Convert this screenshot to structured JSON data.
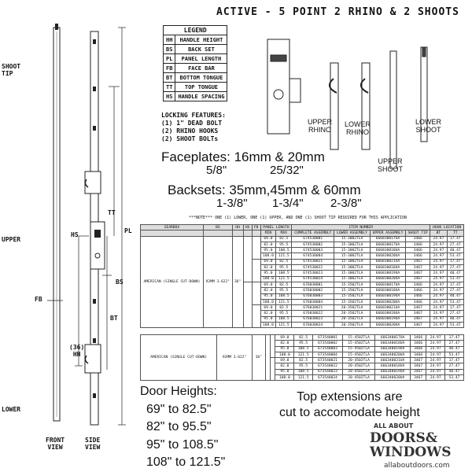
{
  "title": "ACTIVE - 5 POINT 2  RHINO & 2 SHOOTS",
  "legend": {
    "header": "LEGEND",
    "rows": [
      {
        "code": "HH",
        "meaning": "HANDLE HEIGHT"
      },
      {
        "code": "BS",
        "meaning": "BACK SET"
      },
      {
        "code": "PL",
        "meaning": "PANEL LENGTH"
      },
      {
        "code": "FB",
        "meaning": "FACE BAR"
      },
      {
        "code": "BT",
        "meaning": "BOTTOM TONGUE"
      },
      {
        "code": "TT",
        "meaning": "TOP TONGUE"
      },
      {
        "code": "HS",
        "meaning": "HANDLE SPACING"
      }
    ]
  },
  "locking_features": "LOCKING FEATURES:\n(1) 1\" DEAD BOLT\n(2) RHINO HOOKS\n(2) SHOOT BOLTs",
  "component_labels": {
    "upper_rhino": "UPPER\nRHINO",
    "lower_rhino": "LOWER\nRHINO",
    "lower_shoot": "LOWER\nSHOOT",
    "upper_shoot": "UPPER\nSHOOT"
  },
  "faceplates": {
    "line1": "Faceplates: 16mm & 20mm",
    "line2a": "5/8\"",
    "line2b": "25/32\""
  },
  "backsets": {
    "line1": "Backsets: 35mm,45mm & 60mm",
    "a": "1-3/8\"",
    "b": "1-3/4\"",
    "c": "2-3/8\""
  },
  "note": "***NOTE*** ONE (1) LOWER, ONE (1) UPPER, AND ONE (1) SHOOT TIP REQUIRED FOR THIS APPLICATION",
  "diagram_labels": {
    "shoot_tip": "SHOOT\nTIP",
    "upper": "UPPER",
    "lower": "LOWER",
    "front_view": "FRONT\nVIEW",
    "side_view": "SIDE\nVIEW",
    "tt": "TT",
    "pl": "PL",
    "hs": "HS",
    "bs": "BS",
    "fb": "FB",
    "bt": "BT",
    "hh": "(36)\nHH"
  },
  "table1": {
    "headers": [
      "GEARBOX",
      "BS",
      "HH",
      "HS",
      "FB",
      "PANEL LENGTH",
      "",
      "ITEM NUMBER",
      "",
      "",
      "",
      "HOOK LOCATION",
      ""
    ],
    "subheaders": [
      "",
      "",
      "",
      "",
      "",
      "MIN",
      "MAX",
      "COMPLETE ASSEMBLY",
      "LOWER ASSEMBLY",
      "UPPER ASSEMBLY",
      "SHOOT TIP",
      "BT",
      "TT"
    ],
    "group_label": "AMERICAN (SINGLE CUT-DOWN)",
    "bs": "92MM 3.622\"",
    "hh": "36\"",
    "rows": [
      [
        "69.0",
        "82.5",
        "674530001",
        "15-3002TLA",
        "666830017UA",
        "3466",
        "24.97",
        "17.47"
      ],
      [
        "82.0",
        "95.5",
        "674530002",
        "15-3002TLA",
        "666830017UA",
        "3466",
        "24.97",
        "27.47"
      ],
      [
        "95.0",
        "108.5",
        "674530003",
        "15-3002TLA",
        "666830018UA",
        "3466",
        "24.97",
        "40.47"
      ],
      [
        "108.0",
        "121.5",
        "674530004",
        "15-3002TLA",
        "666830020UA",
        "3466",
        "24.97",
        "53.47"
      ],
      [
        "69.0",
        "82.5",
        "674530021",
        "15-3002TLA",
        "666830021UA",
        "3467",
        "24.97",
        "17.47"
      ],
      [
        "82.0",
        "95.5",
        "674530022",
        "15-3002TLA",
        "666830018UA",
        "3467",
        "24.97",
        "27.47"
      ],
      [
        "95.0",
        "108.5",
        "674530023",
        "15-3002TLA",
        "666830019UA",
        "3467",
        "24.97",
        "40.47"
      ],
      [
        "108.0",
        "121.5",
        "674530024",
        "15-3002TLA",
        "666830020UA",
        "3467",
        "24.97",
        "53.47"
      ],
      [
        "69.0",
        "82.5",
        "676030001",
        "15-3502TLA",
        "666030017UA",
        "3466",
        "24.97",
        "17.47"
      ],
      [
        "82.0",
        "95.5",
        "676030002",
        "15-3502TLA",
        "666030018UA",
        "3466",
        "24.97",
        "27.47"
      ],
      [
        "95.0",
        "108.5",
        "676030003",
        "15-3502TLA",
        "666030019UA",
        "3466",
        "24.97",
        "40.47"
      ],
      [
        "108.0",
        "121.5",
        "676030004",
        "15-3502TLA",
        "666030020UA",
        "3466",
        "24.97",
        "53.47"
      ],
      [
        "69.0",
        "82.5",
        "676030021",
        "20-3502TLA",
        "666030021UA",
        "3467",
        "24.97",
        "17.47"
      ],
      [
        "82.0",
        "95.5",
        "676030022",
        "20-3502TLA",
        "666030018UA",
        "3467",
        "24.97",
        "27.47"
      ],
      [
        "95.0",
        "108.5",
        "676030023",
        "20-3502TLA",
        "666030019UA",
        "3467",
        "24.97",
        "40.47"
      ],
      [
        "108.0",
        "121.5",
        "676030024",
        "20-3502TLA",
        "666030020UA",
        "3467",
        "24.97",
        "53.47"
      ]
    ]
  },
  "table2": {
    "group_label": "AMERICAN (SINGLE CUT-DOWN)",
    "bs": "92MM 3.622\"",
    "hh": "36\"",
    "rows": [
      [
        "69.0",
        "82.5",
        "673540001",
        "15-4502TLA",
        "666340017UA",
        "3466",
        "24.97",
        "17.47"
      ],
      [
        "82.0",
        "95.5",
        "673540002",
        "15-4502TLA",
        "666340018UA",
        "3466",
        "24.97",
        "27.47"
      ],
      [
        "95.0",
        "108.5",
        "673540003",
        "15-4502TLA",
        "666340019UA",
        "3466",
        "24.97",
        "40.47"
      ],
      [
        "108.0",
        "121.5",
        "673540004",
        "15-4502TLA",
        "666340020UA",
        "3466",
        "24.97",
        "53.47"
      ],
      [
        "69.0",
        "82.5",
        "673540021",
        "20-4502TLA",
        "666340021UA",
        "3467",
        "24.97",
        "17.47"
      ],
      [
        "82.0",
        "95.5",
        "673540022",
        "20-4502TLA",
        "666340018UA",
        "3467",
        "24.97",
        "27.47"
      ],
      [
        "95.0",
        "108.5",
        "673540023",
        "20-4502TLA",
        "666340019UA",
        "3467",
        "24.97",
        "40.47"
      ],
      [
        "108.0",
        "121.5",
        "673540024",
        "20-4502TLA",
        "666340020UA",
        "3467",
        "24.97",
        "53.47"
      ]
    ]
  },
  "door_heights": {
    "title": "Door Heights:",
    "rows": [
      "69\" to  82.5\"",
      "82\"  to  95.5\"",
      "95\" to 108.5\"",
      "108\" to 121.5\""
    ]
  },
  "top_extensions": "Top extensions are\ncut to accomodate height",
  "logo": {
    "line1": "ALL ABOUT",
    "line2": "DOORS&\nWINDOWS",
    "url": "allaboutdoors.com"
  }
}
